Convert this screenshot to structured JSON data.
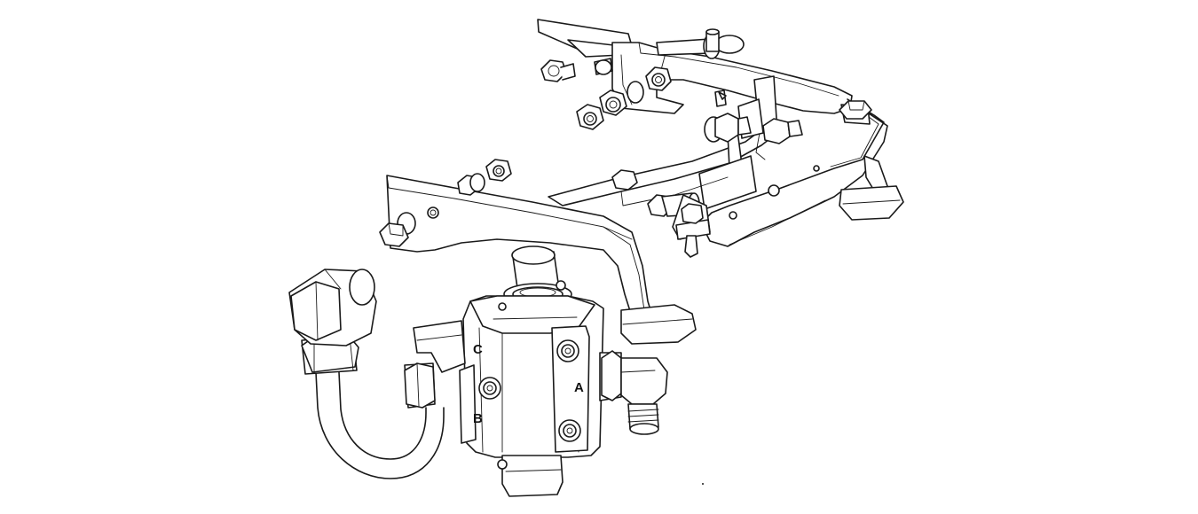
{
  "ports": {
    "a": "A",
    "b": "B",
    "c": "C"
  },
  "colors": {
    "line": "#1a1a1a",
    "background": "#ffffff"
  }
}
